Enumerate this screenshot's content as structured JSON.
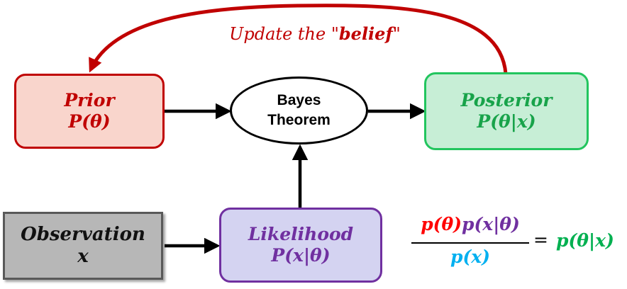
{
  "diagram": {
    "prior": {
      "title": "Prior",
      "formula": "P(θ)"
    },
    "bayes": {
      "line1": "Bayes",
      "line2": "Theorem"
    },
    "posterior": {
      "title": "Posterior",
      "formula": "P(θ|x)"
    },
    "likelihood": {
      "title": "Likelihood",
      "formula": "P(x|θ)"
    },
    "observation": {
      "title": "Observation",
      "symbol": "x"
    },
    "update": {
      "prefix": "Update the \"",
      "emphasis": "belief",
      "suffix": "\""
    },
    "equation": {
      "numerator_prior": "p(θ)",
      "numerator_likelihood": "p(x|θ)",
      "denominator": "p(x)",
      "equals": "=",
      "result": "p(θ|x)"
    }
  },
  "colors": {
    "prior": "#c00000",
    "posterior": "#22c55e",
    "likelihood": "#7030a0",
    "evidence": "#00b0f0",
    "arrow": "#000000",
    "feedback_arrow": "#c00000"
  }
}
